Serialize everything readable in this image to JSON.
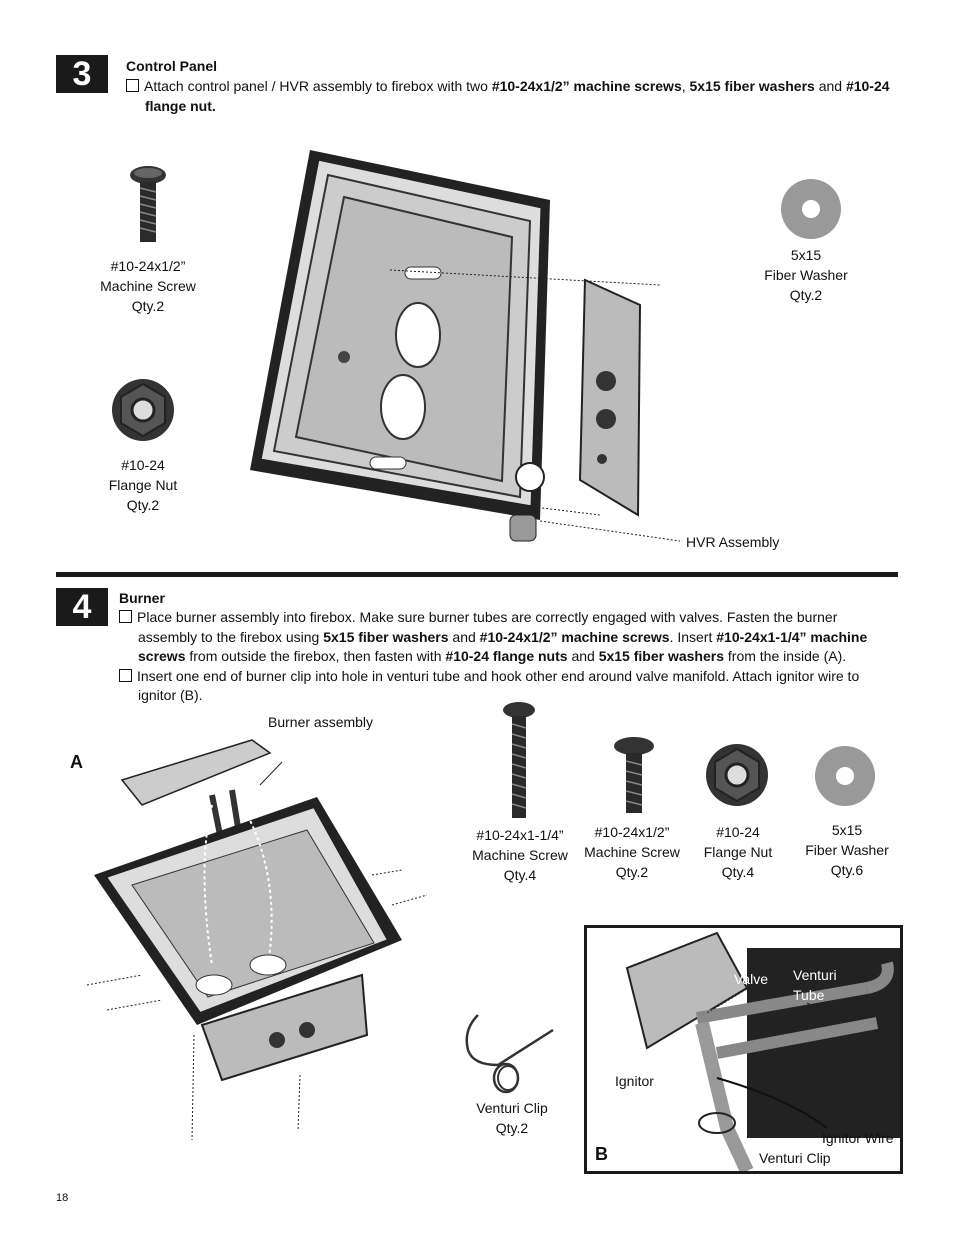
{
  "step3": {
    "number": "3",
    "title": "Control Panel",
    "line1_a": "Attach control panel / HVR assembly to firebox with two ",
    "line1_b": "#10-24x1/2” machine screws",
    "line1_c": ", ",
    "line1_d": "5x15 fiber washers",
    "line1_e": " and ",
    "line1_f": "#10-24",
    "line2": "flange nut.",
    "screw": [
      "#10-24x1/2”",
      "Machine Screw",
      "Qty.2"
    ],
    "nut": [
      "#10-24",
      "Flange Nut",
      "Qty.2"
    ],
    "washer": [
      "5x15",
      "Fiber Washer",
      "Qty.2"
    ],
    "hvr_label": "HVR Assembly"
  },
  "step4": {
    "number": "4",
    "title": "Burner",
    "p1_l1": "Place burner assembly into firebox. Make sure burner tubes are correctly engaged with valves. Fasten the burner",
    "p1_l2_a": "assembly to the firebox using ",
    "p1_l2_b": "5x15 fiber washers",
    "p1_l2_c": " and ",
    "p1_l2_d": "#10-24x1/2” machine screws",
    "p1_l2_e": ". Insert ",
    "p1_l2_f": "#10-24x1-1/4” machine",
    "p1_l3_a": "screws",
    "p1_l3_b": " from outside the firebox, then fasten with ",
    "p1_l3_c": "#10-24 flange nuts",
    "p1_l3_d": " and ",
    "p1_l3_e": "5x15 fiber washers",
    "p1_l3_f": " from the inside (A).",
    "p2_l1": "Insert one end of burner clip into hole in venturi tube and hook other end around valve manifold. Attach ignitor wire to",
    "p2_l2": "ignitor (B).",
    "burner_label": "Burner assembly",
    "fig_a": "A",
    "fig_b": "B",
    "long_screw": [
      "#10-24x1-1/4”",
      "Machine Screw",
      "Qty.4"
    ],
    "short_screw": [
      "#10-24x1/2”",
      "Machine Screw",
      "Qty.2"
    ],
    "nut": [
      "#10-24",
      "Flange Nut",
      "Qty.4"
    ],
    "washer": [
      "5x15",
      "Fiber Washer",
      "Qty.6"
    ],
    "clip": [
      "Venturi Clip",
      "Qty.2"
    ],
    "detail": {
      "valve": "Valve",
      "venturi1": "Venturi",
      "venturi2": "Tube",
      "ignitor": "Ignitor",
      "ignitor_wire": "Ignitor Wire",
      "venturi_clip": "Venturi Clip"
    }
  },
  "page_number": "18"
}
